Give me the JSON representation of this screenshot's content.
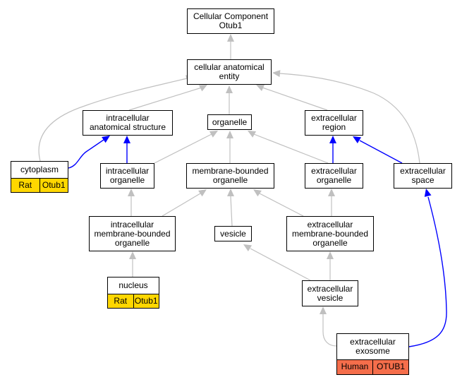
{
  "colors": {
    "rat_tag": "#ffd700",
    "human_tag": "#f56e4b",
    "edge_gray": "#c0c0c0",
    "edge_blue": "#0000ff"
  },
  "nodes": {
    "root": {
      "lines": [
        "Cellular Component",
        "Otub1"
      ]
    },
    "cellular_anatomical_entity": {
      "lines": [
        "cellular anatomical",
        "entity"
      ]
    },
    "intracellular_anatomical_structure": {
      "lines": [
        "intracellular",
        "anatomical structure"
      ]
    },
    "organelle": {
      "lines": [
        "organelle"
      ]
    },
    "extracellular_region": {
      "lines": [
        "extracellular",
        "region"
      ]
    },
    "cytoplasm": {
      "lines": [
        "cytoplasm"
      ],
      "tags": [
        "Rat",
        "Otub1"
      ],
      "tag_color": "#ffd700"
    },
    "intracellular_organelle": {
      "lines": [
        "intracellular",
        "organelle"
      ]
    },
    "membrane_bounded_organelle": {
      "lines": [
        "membrane-bounded",
        "organelle"
      ]
    },
    "extracellular_organelle": {
      "lines": [
        "extracellular",
        "organelle"
      ]
    },
    "extracellular_space": {
      "lines": [
        "extracellular",
        "space"
      ]
    },
    "intracellular_membrane_bounded_organelle": {
      "lines": [
        "intracellular",
        "membrane-bounded",
        "organelle"
      ]
    },
    "vesicle": {
      "lines": [
        "vesicle"
      ]
    },
    "extracellular_membrane_bounded_organelle": {
      "lines": [
        "extracellular",
        "membrane-bounded",
        "organelle"
      ]
    },
    "nucleus": {
      "lines": [
        "nucleus"
      ],
      "tags": [
        "Rat",
        "Otub1"
      ],
      "tag_color": "#ffd700"
    },
    "extracellular_vesicle": {
      "lines": [
        "extracellular",
        "vesicle"
      ]
    },
    "extracellular_exosome": {
      "lines": [
        "extracellular",
        "exosome"
      ],
      "tags": [
        "Human",
        "OTUB1"
      ],
      "tag_color": "#f56e4b"
    }
  },
  "edges": [
    {
      "from": "cellular_anatomical_entity",
      "to": "root",
      "color": "gray"
    },
    {
      "from": "intracellular_anatomical_structure",
      "to": "cellular_anatomical_entity",
      "color": "gray"
    },
    {
      "from": "organelle",
      "to": "cellular_anatomical_entity",
      "color": "gray"
    },
    {
      "from": "extracellular_region",
      "to": "cellular_anatomical_entity",
      "color": "gray"
    },
    {
      "from": "cytoplasm",
      "to": "cellular_anatomical_entity",
      "color": "gray"
    },
    {
      "from": "extracellular_space",
      "to": "cellular_anatomical_entity",
      "color": "gray"
    },
    {
      "from": "cytoplasm",
      "to": "intracellular_anatomical_structure",
      "color": "blue"
    },
    {
      "from": "intracellular_organelle",
      "to": "intracellular_anatomical_structure",
      "color": "blue"
    },
    {
      "from": "intracellular_organelle",
      "to": "organelle",
      "color": "gray"
    },
    {
      "from": "membrane_bounded_organelle",
      "to": "organelle",
      "color": "gray"
    },
    {
      "from": "extracellular_organelle",
      "to": "organelle",
      "color": "gray"
    },
    {
      "from": "extracellular_organelle",
      "to": "extracellular_region",
      "color": "blue"
    },
    {
      "from": "extracellular_space",
      "to": "extracellular_region",
      "color": "blue"
    },
    {
      "from": "intracellular_membrane_bounded_organelle",
      "to": "intracellular_organelle",
      "color": "gray"
    },
    {
      "from": "intracellular_membrane_bounded_organelle",
      "to": "membrane_bounded_organelle",
      "color": "gray"
    },
    {
      "from": "vesicle",
      "to": "membrane_bounded_organelle",
      "color": "gray"
    },
    {
      "from": "extracellular_membrane_bounded_organelle",
      "to": "membrane_bounded_organelle",
      "color": "gray"
    },
    {
      "from": "extracellular_membrane_bounded_organelle",
      "to": "extracellular_organelle",
      "color": "gray"
    },
    {
      "from": "nucleus",
      "to": "intracellular_membrane_bounded_organelle",
      "color": "gray"
    },
    {
      "from": "extracellular_vesicle",
      "to": "vesicle",
      "color": "gray"
    },
    {
      "from": "extracellular_vesicle",
      "to": "extracellular_membrane_bounded_organelle",
      "color": "gray"
    },
    {
      "from": "extracellular_exosome",
      "to": "extracellular_vesicle",
      "color": "gray"
    },
    {
      "from": "extracellular_exosome",
      "to": "extracellular_space",
      "color": "blue"
    }
  ]
}
